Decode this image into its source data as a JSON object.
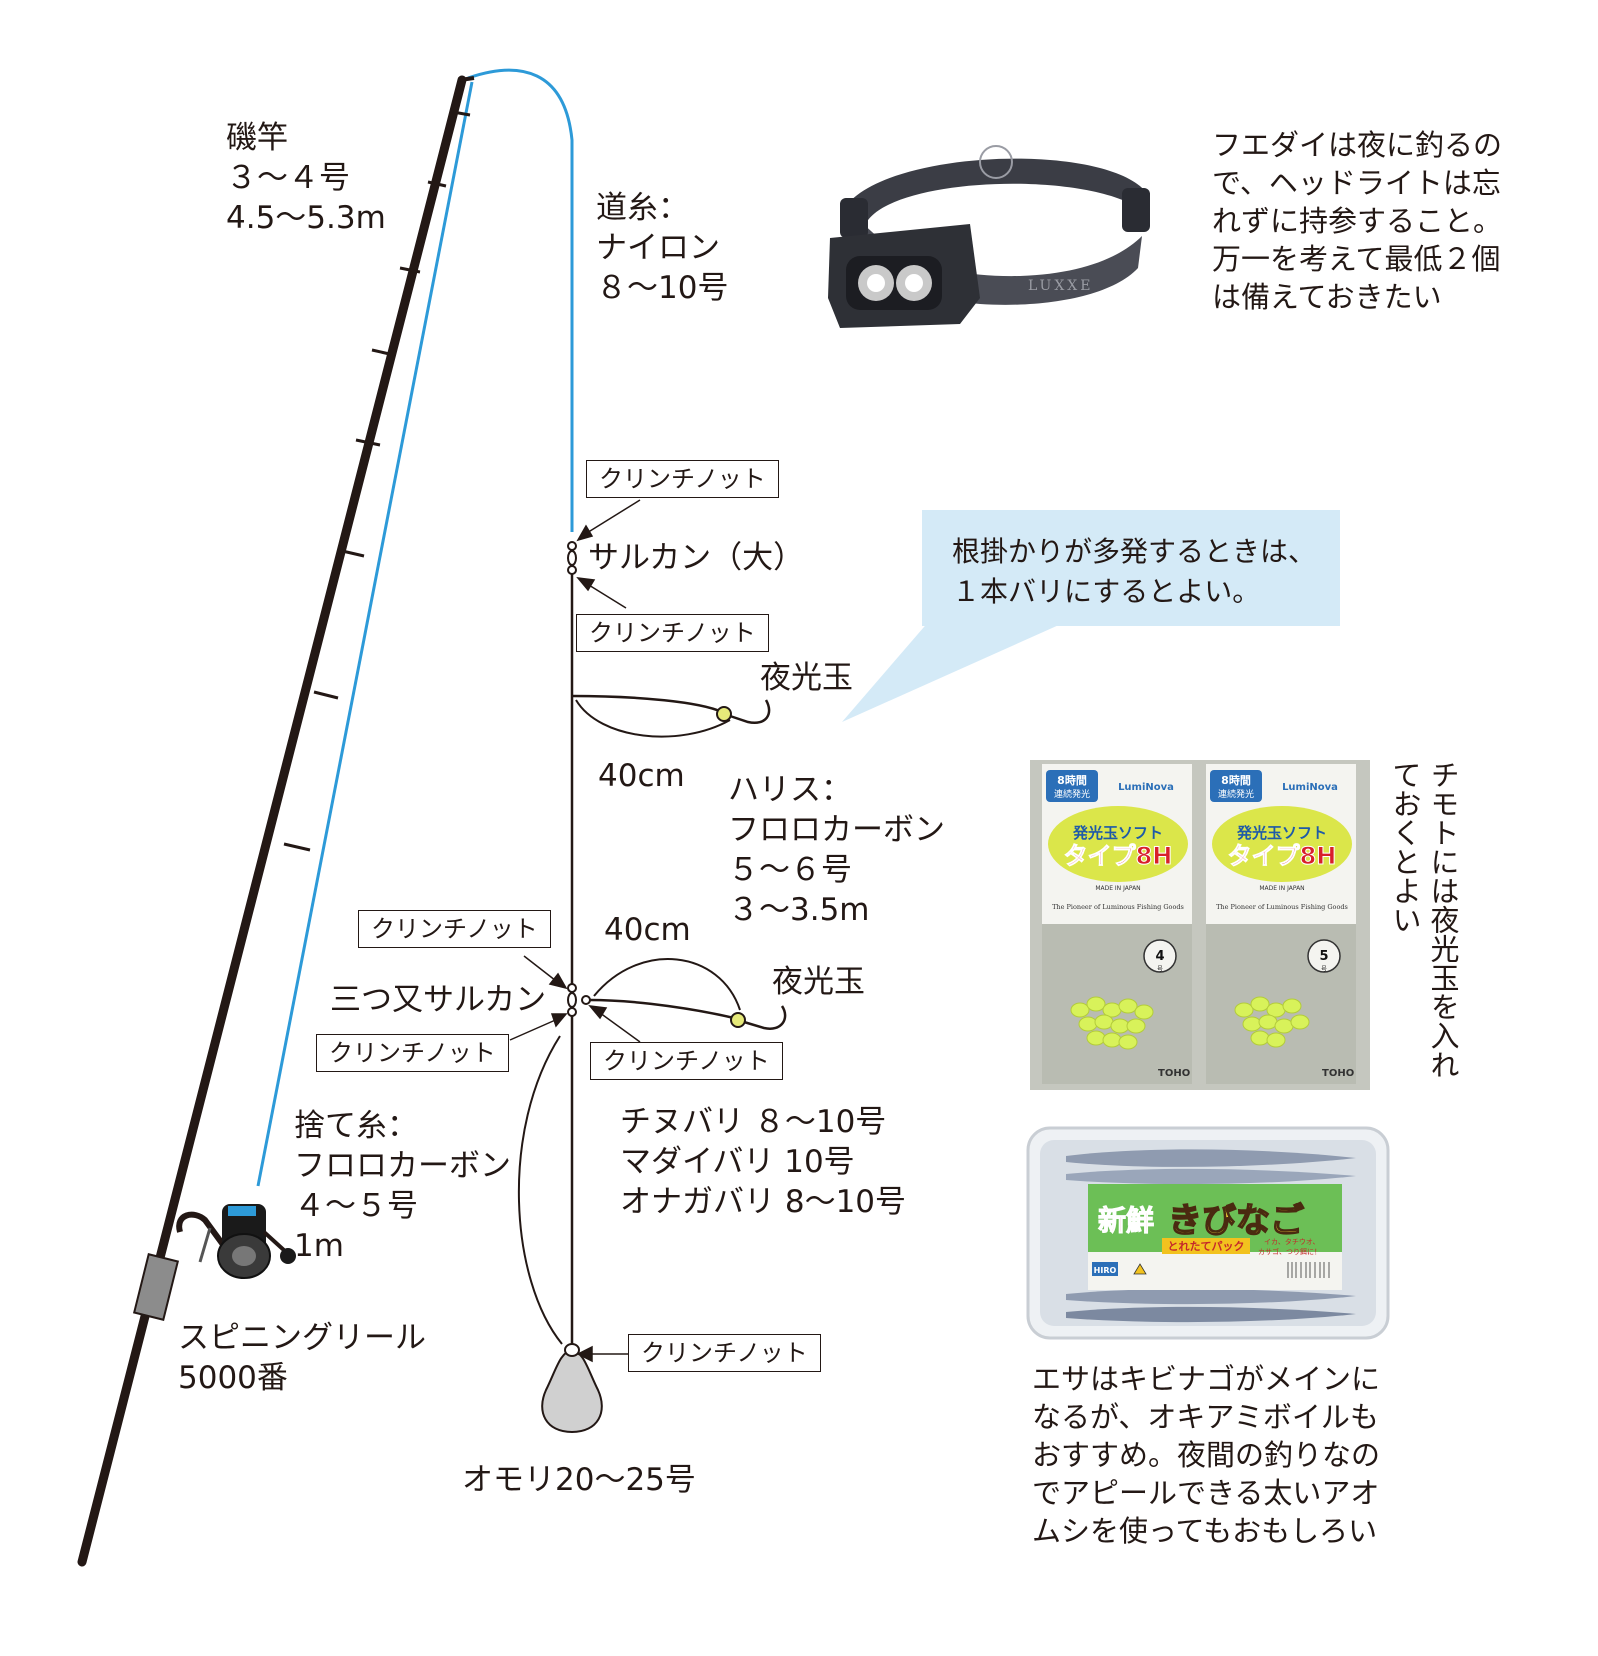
{
  "rod": {
    "name": "磯竿",
    "size": "３〜４号",
    "length": "4.5〜5.3m"
  },
  "mainline": {
    "title": "道糸：",
    "material": "ナイロン",
    "size": "８〜10号"
  },
  "swivel_large": "サルカン（大）",
  "knot_label": "クリンチノット",
  "glow_bead": "夜光玉",
  "branch_length": "40cm",
  "leader": {
    "title": "ハリス：",
    "material": "フロロカーボン",
    "size": "５〜６号",
    "length": "３〜3.5m"
  },
  "triple_swivel": "三つ又サルカン",
  "sinker_line": {
    "title": "捨て糸：",
    "material": "フロロカーボン",
    "size": "４〜５号",
    "length": "1m"
  },
  "hooks": [
    "チヌバリ  ８〜10号",
    "マダイバリ 10号",
    "オナガバリ 8〜10号"
  ],
  "reel": {
    "name": "スピニングリール",
    "size": "5000番"
  },
  "sinker": "オモリ20〜25号",
  "headlight_note": [
    "フエダイは夜に釣るの",
    "で、ヘッドライトは忘",
    "れずに持参すること。",
    "万一を考えて最低２個",
    "は備えておきたい"
  ],
  "bubble_note": [
    "根掛かりが多発するときは、",
    "１本バリにするとよい。"
  ],
  "bead_note": [
    "チモトには夜光玉を入れ",
    "ておくとよい"
  ],
  "bait_note": [
    "エサはキビナゴがメインに",
    "なるが、オキアミボイルも",
    "おすすめ。夜間の釣りなの",
    "でアピールできる太いアオ",
    "ムシを使ってもおもしろい"
  ],
  "headlamp_brand": "LUXXE",
  "bead_package": {
    "badge": [
      "8時間",
      "連続発光"
    ],
    "brand": "LumiNova",
    "product": [
      "発光玉ソフト",
      "タイプ8H"
    ],
    "made_in": "MADE IN JAPAN",
    "tagline": "The Pioneer of Luminous Fishing Goods",
    "maker": "TOHO",
    "sizes": [
      "4",
      "5"
    ],
    "size_unit": "号"
  },
  "bait_package": {
    "title": [
      "新鮮",
      "きびなご"
    ],
    "sub": "とれたてパック",
    "side": [
      "イカ、タチウオ、",
      "カサゴ、つり餌に！"
    ],
    "logo": "HIRO"
  },
  "colors": {
    "line_blue": "#2d9ad8",
    "rod": "#231815",
    "bubble": "#d4eaf7",
    "glow": "#e6ea7a"
  }
}
